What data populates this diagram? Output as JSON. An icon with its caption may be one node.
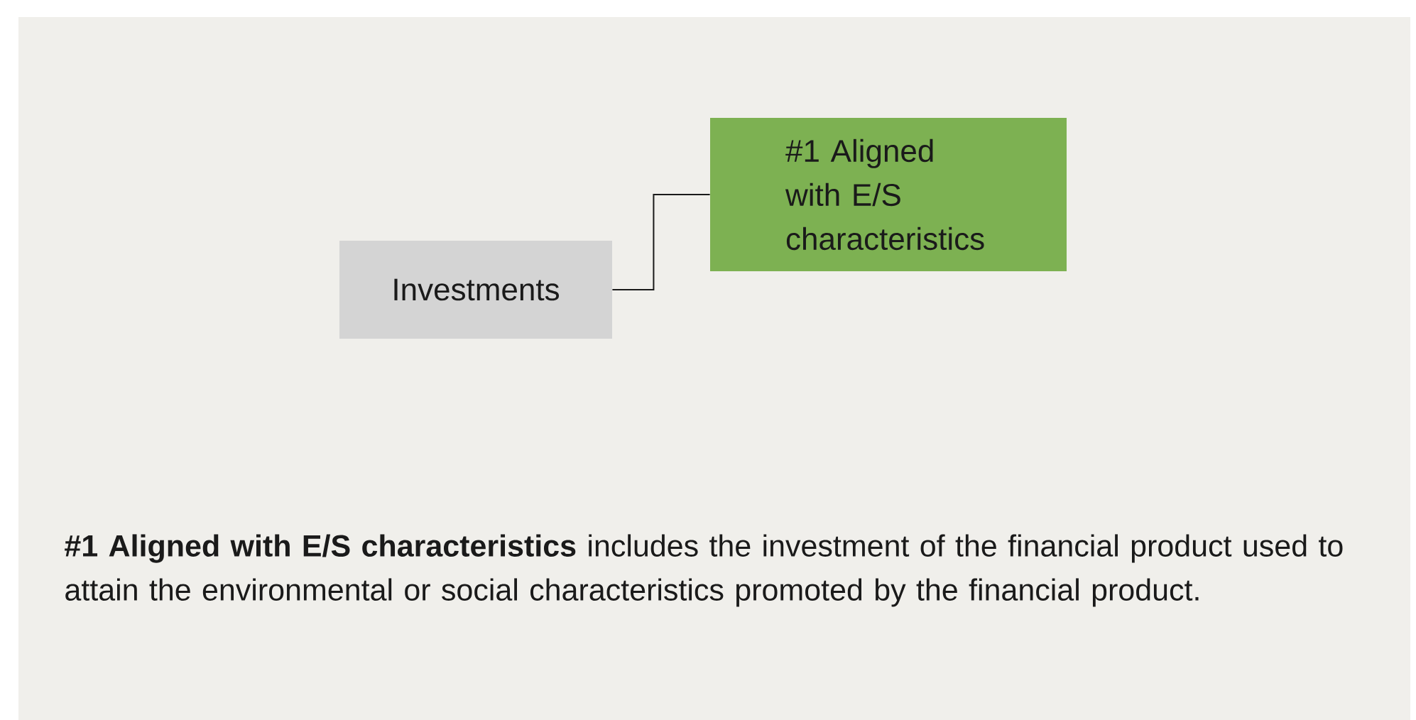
{
  "diagram": {
    "nodes": [
      {
        "text": [
          "Investments"
        ]
      },
      {
        "text": [
          "#1 Aligned with E/S characteristics"
        ]
      }
    ],
    "edges": [
      {
        "from": 0,
        "to": 1,
        "arrow": "none"
      }
    ],
    "labels": [
      "**#1 Aligned with E/S characteristics** includes the investment of the financial product used to attain the environmental or social characteristics promoted by the financial product."
    ]
  }
}
